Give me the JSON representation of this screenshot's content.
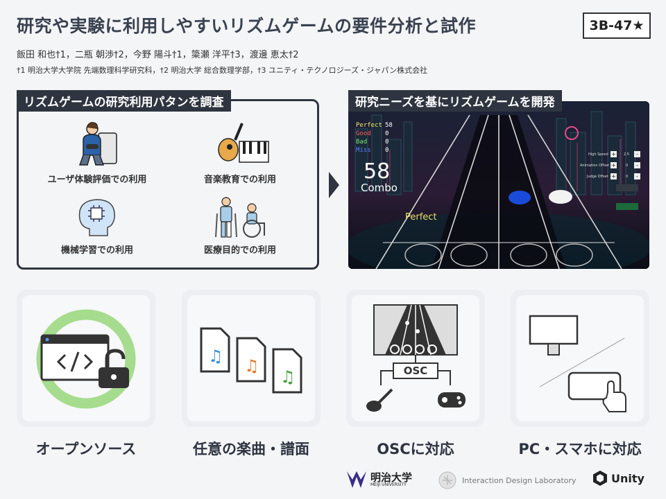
{
  "header": {
    "title": "研究や実験に利用しやすいリズムゲームの要件分析と試作",
    "badge": "3B-47★",
    "authors": "飯田 和也†1，二瓶 朝渉†2，今野 陽斗†1，簗瀬 洋平†3，渡邊 恵太†2",
    "affiliations": "†1 明治大学大学院 先端数理科学研究科，†2 明治大学 総合数理学部，†3 ユニティ・テクノロジーズ・ジャパン株式会社"
  },
  "survey": {
    "heading": "リズムゲームの研究利用パタンを調査",
    "uses": [
      {
        "label": "ユーザ体験評価での利用",
        "icon": "gamer-icon"
      },
      {
        "label": "音楽教育での利用",
        "icon": "instrument-icon"
      },
      {
        "label": "機械学習での利用",
        "icon": "brain-chip-icon"
      },
      {
        "label": "医療目的での利用",
        "icon": "patients-icon"
      }
    ]
  },
  "development": {
    "heading": "研究ニーズを基にリズムゲームを開発",
    "game": {
      "stats": [
        {
          "label": "Perfect",
          "value": "58",
          "color": "#f2e86a"
        },
        {
          "label": "Good",
          "value": "0",
          "color": "#ff5e5e"
        },
        {
          "label": "Bad",
          "value": "0",
          "color": "#7be36b"
        },
        {
          "label": "Miss",
          "value": "0",
          "color": "#5b7cff"
        }
      ],
      "combo_number": "58",
      "combo_label": "Combo",
      "judgement": "Perfect",
      "settings": [
        {
          "label": "High Speed",
          "value": "2.5"
        },
        {
          "label": "Animation Offset",
          "value": "0"
        },
        {
          "label": "Judge Offset",
          "value": "0"
        }
      ]
    }
  },
  "features": [
    {
      "label": "オープンソース",
      "icon": "open-source-icon"
    },
    {
      "label": "任意の楽曲・譜面",
      "icon": "music-files-icon"
    },
    {
      "label": "OSCに対応",
      "icon": "osc-icon",
      "osc_label": "OSC"
    },
    {
      "label": "PC・スマホに対応",
      "icon": "devices-icon"
    }
  ],
  "footer": {
    "meiji_name": "明治大学",
    "meiji_sub": "MEIJI UNIVERSITY",
    "lab": "Interaction Design Laboratory",
    "unity": "Unity"
  }
}
